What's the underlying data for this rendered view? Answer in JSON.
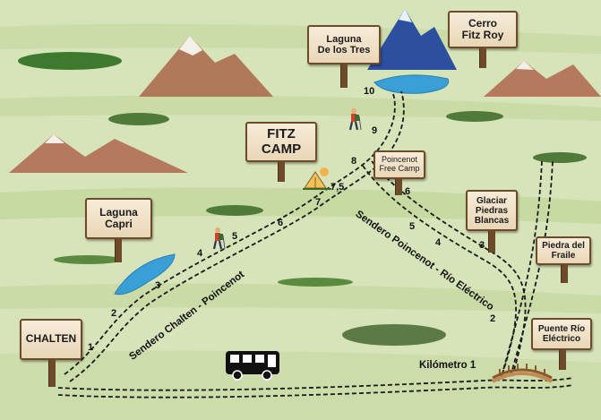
{
  "signs": {
    "laguna_tres": [
      "Laguna",
      "De los Tres"
    ],
    "cerro_fitz_roy": [
      "Cerro",
      "Fitz Roy"
    ],
    "fitz_camp": [
      "FITZ",
      "CAMP"
    ],
    "poincenot_camp": [
      "Poincenot",
      "Free Camp"
    ],
    "laguna_capri": [
      "Laguna",
      "Capri"
    ],
    "glaciar": [
      "Glaciar",
      "Piedras",
      "Blancas"
    ],
    "piedra_fraile": [
      "Piedra del",
      "Fraile"
    ],
    "chalten": [
      "CHALTEN"
    ],
    "puente_rio": [
      "Puente Río",
      "Eléctrico"
    ]
  },
  "trails": {
    "chalten_poincenot": "Sendero Chalten - Poincenot",
    "poincenot_rio": "Sendero Poincenot - Río Eléctrico",
    "kilometro": "Kilómetro 1"
  },
  "km_markers": {
    "left": [
      "1",
      "2",
      "3",
      "4",
      "5",
      "6",
      "7",
      "7,5",
      "8",
      "9",
      "10"
    ],
    "right": [
      "6",
      "5",
      "4",
      "3",
      "2"
    ]
  },
  "colors": {
    "grass": "#cfe0b0",
    "lake": "#3a9fd6",
    "trail": "#1a1a1a",
    "sign": "#f3e6cf"
  },
  "icons": [
    "hiker-icon",
    "tent-icon",
    "bus-icon",
    "bridge-icon",
    "mountain-icon"
  ]
}
